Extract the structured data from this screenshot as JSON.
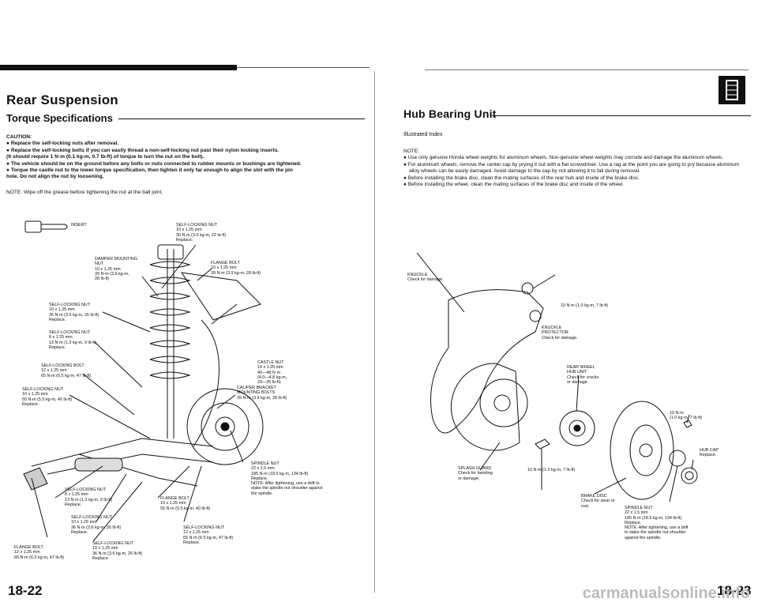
{
  "left_page": {
    "title": "Rear Suspension",
    "subtitle": "Torque Specifications",
    "caution_head": "CAUTION:",
    "caution_items": [
      "● Replace the self-locking nuts after removal.",
      "● Replace the self-locking bolts if you can easily thread a non-self-locking nut past their nylon locking inserts.",
      "   (It should require 1 N·m (0.1 kg-m, 0.7 lb-ft) of torque to turn the nut on the bolt).",
      "● The vehicle should be on the ground before any bolts or nuts connected to rubber mounts or bushings are tightened.",
      "● Torque the castle nut to the lower torque specification, then tighten it only far enough to align the slot with the pin",
      "   hole. Do not align the nut by loosening."
    ],
    "note": "NOTE: Wipe off the grease before tightening the nut at the ball joint.",
    "insert_label": "INSERT",
    "labels": {
      "nut_top": "SELF-LOCKING NUT\n10 x 1.25 mm\n30 N·m (3.0 kg-m, 22 lb-ft)\nReplace.",
      "damper_nut": "DAMPER MOUNTING\nNUT\n10 x 1.25 mm\n39 N·m (3.9 kg-m,\n28 lb-ft)",
      "flange_top": "FLANGE BOLT\n10 x 1.25 mm\n39 N·m (3.9 kg-m, 28 lb-ft)",
      "nut_36": "SELF-LOCKING NUT\n10 x 1.25 mm\n36 N·m (3.6 kg-m, 26 lb-ft)\nReplace.",
      "nut_13": "SELF-LOCKING NUT\n8 x 1.25 mm\n13 N·m (1.3 kg-m, 9 lb-ft)\nReplace.",
      "castle": "CASTLE NUT\n10 x 1.25 mm\n40—48 N·m\n(4.0—4.8 kg-m,\n29—35 lb-ft)",
      "bolt_65": "SELF-LOCKING BOLT\n12 x 1.25 mm\n65 N·m (6.5 kg-m, 47 lb-ft)",
      "caliper": "CALIPER BRACKET\nMOUNTING BOLTS\n39 N·m (3.9 kg-m, 28 lb-ft)",
      "nut_55": "SELF-LOCKING NUT\n10 x 1.25 mm\n55 N·m (5.5 kg-m, 40 lb-ft)\nReplace.",
      "spindle": "SPINDLE NUT\n22 x 1.5 mm\n185 N·m (18.5 kg-m, 134 lb-ft)\nReplace.\nNOTE: After tightening, use a drift to\nstake the spindle nut shoulder against\nthe spindle.",
      "nut_13b": "SELF-LOCKING NUT\n8 x 1.25 mm\n13 N·m (1.3 kg-m, 9 lb-ft)\nReplace.",
      "flange_55": "FLANGE BOLT\n10 x 1.25 mm\n55 N·m (5.5 kg-m, 40 lb-ft)",
      "nut_36b": "SELF-LOCKING NUT\n10 x 1.25 mm\n36 N·m (3.6 kg-m, 26 lb-ft)\nReplace.",
      "nut_65b": "SELF-LOCKING NUT\n12 x 1.25 mm\n65 N·m (6.5 kg-m, 47 lb-ft)\nReplace.",
      "flange_65": "FLANGE BOLT\n12 x 1.25 mm\n65 N·m (6.5 kg-m, 47 lb-ft)",
      "nut_36c": "SELF-LOCKING NUT\n10 x 1.25 mm\n36 N·m (3.6 kg-m, 26 lb-ft)\nReplace."
    },
    "page_number": "18-22"
  },
  "right_page": {
    "title": "Hub Bearing Unit",
    "subtitle": "Illustrated Index",
    "note_head": "NOTE:",
    "note_items": [
      "● Use only genuine Honda wheel weights for aluminum wheels. Non-genuine wheel weights may corrode and damage the aluminum wheels.",
      "● For aluminum wheels, remove the center cap by prying it out with a flat screwdriver. Use a rag at the point you are going to pry because aluminum alloy wheels can be easily damaged. Avoid damage to the cap by not allowing it to fall during removal.",
      "● Before installing the brake disc, clean the mating surfaces of the rear hub and inside of the brake disc.",
      "● Before installing the wheel, clean the mating surfaces of the brake disc and inside of the wheel."
    ],
    "labels": {
      "knuckle": "KNUCKLE\nCheck for damage.",
      "torque_10a": "10 N·m (1.0 kg-m, 7 lb-ft)",
      "protector": "KNUCKLE\nPROTECTOR\nCheck for damage.",
      "hub_unit": "REAR WHEEL\nHUB UNIT\nCheck for cracks\nor damage.",
      "torque_10c": "10 N·m\n(1.0 kg-m, 7 lb-ft)",
      "hub_cap": "HUB CAP\nReplace.",
      "splash": "SPLASH GUARD\nCheck for bending\nor damage.",
      "torque_10b": "10 N·m (1.0 kg-m, 7 lb-ft)",
      "brake_disc": "BRAKE DISC\nCheck for wear or\nrust.",
      "spindle": "SPINDLE NUT\n22 x 1.5 mm\n185 N·m (18.5 kg-m, 134 lb-ft)\nReplace.\nNOTE: After tightening, use a drift\nto stake the spindle nut shoulder\nagainst the spindle."
    },
    "page_number": "18-23",
    "watermark": "carmanualsonline.info"
  }
}
